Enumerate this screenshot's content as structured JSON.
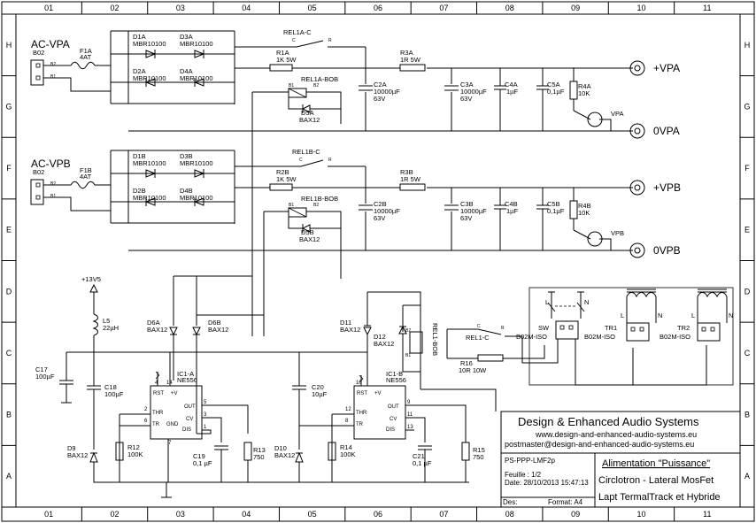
{
  "grid": {
    "cols": [
      "01",
      "02",
      "03",
      "04",
      "05",
      "06",
      "07",
      "08",
      "09",
      "10",
      "11"
    ],
    "rows": [
      "H",
      "G",
      "F",
      "E",
      "D",
      "C",
      "B",
      "A"
    ]
  },
  "channel_a": {
    "ac_label": "AC-VPA",
    "connector": "B02",
    "fuse": "F1A",
    "fuse_val": "4AT",
    "d1": "D1A",
    "d2": "D2A",
    "d3": "D3A",
    "d4": "D4A",
    "diode_type": "MBR10100",
    "relay_c": "REL1A-C",
    "relay_bob": "REL1A-BOB",
    "r1": "R1A",
    "r1_val": "1K 5W",
    "r3": "R3A",
    "r3_val": "1R 5W",
    "c2": "C2A",
    "c3": "C3A",
    "cap_big": "10000µF",
    "cap_v": "63V",
    "c4": "C4A",
    "c4_val": "1µF",
    "c5": "C5A",
    "c5_val": "0,1µF",
    "r4": "R4A",
    "r4_val": "10K",
    "d5": "D5A",
    "d5_val": "BAX12",
    "led": "VPA",
    "pos": "+VPA",
    "neg": "0VPA"
  },
  "channel_b": {
    "ac_label": "AC-VPB",
    "connector": "B02",
    "fuse": "F1B",
    "fuse_val": "4AT",
    "d1": "D1B",
    "d2": "D2B",
    "d3": "D3B",
    "d4": "D4B",
    "diode_type": "MBR10100",
    "relay_c": "REL1B-C",
    "relay_bob": "REL1B-BOB",
    "r1": "R2B",
    "r1_val": "1K 5W",
    "r3": "R3B",
    "r3_val": "1R 5W",
    "c2": "C2B",
    "c3": "C3B",
    "cap_big": "10000µF",
    "cap_v": "63V",
    "c4": "C4B",
    "c4_val": "1µF",
    "c5": "C5B",
    "c5_val": "0,1µF",
    "r4": "R4B",
    "r4_val": "10K",
    "d5": "D5B",
    "d5_val": "BAX12",
    "led": "VPB",
    "pos": "+VPB",
    "neg": "0VPB"
  },
  "pin_labels": {
    "b1": "B1",
    "b2": "B2",
    "c": "C",
    "r": "R"
  },
  "control": {
    "supply": "+13V5",
    "l5": "L5",
    "l5_val": "22µH",
    "c17": "C17",
    "c17_val": "100µF",
    "c18": "C18",
    "c18_val": "100µF",
    "d6a": "D6A",
    "d6b": "D6B",
    "d9": "D9",
    "d10": "D10",
    "d11": "D11",
    "d12": "D12",
    "bax": "BAX12",
    "ic1a": "IC1-A",
    "ic1b": "IC1-B",
    "ic_type": "NE556",
    "pin_rst": "RST",
    "pin_v": "+V",
    "pin_thr": "THR",
    "pin_tr": "TR",
    "pin_gnd": "GND",
    "pin_out": "OUT",
    "pin_cv": "CV",
    "pin_dis": "DIS",
    "nums_a": {
      "p4": "4",
      "p14": "14",
      "p2": "2",
      "p6": "6",
      "p7": "7",
      "p5": "5",
      "p3": "3",
      "p1": "1"
    },
    "nums_b": {
      "p10": "10",
      "p12": "12",
      "p8": "8",
      "p9": "9",
      "p11": "11",
      "p13": "13"
    },
    "r12": "R12",
    "r12_val": "100K",
    "r13": "R13",
    "r13_val": "750",
    "c19": "C19",
    "c19_val": "0,1 µF",
    "c20": "C20",
    "c20_val": "10µF",
    "r14": "R14",
    "r14_val": "100K",
    "c21": "C21",
    "c21_val": "0,1 µF",
    "r15": "R15",
    "r15_val": "750",
    "rel1_bob": "REL1-BOB",
    "rel1_c": "REL1-C",
    "r16": "R16",
    "r16_val": "10R 10W",
    "sw": "SW",
    "tr1": "TR1",
    "tr2": "TR2",
    "iso": "B02M-ISO",
    "l": "L",
    "n": "N"
  },
  "title_block": {
    "company": "Design & Enhanced Audio Systems",
    "url": "www.design-and-enhanced-audio-systems.eu",
    "email": "postmaster@design-and-enhanced-audio-systems.eu",
    "file": "PS-PPP-LMF2p",
    "sheet_label": "Feuille :",
    "sheet": "1/2",
    "date": "Date: 28/10/2013 15:47:13",
    "format": "Format: A4",
    "des": "Des:",
    "title": "Alimentation \"Puissance\"",
    "line2": "Circlotron - Lateral MosFet",
    "line3": "Lapt TermalTrack et Hybride"
  }
}
